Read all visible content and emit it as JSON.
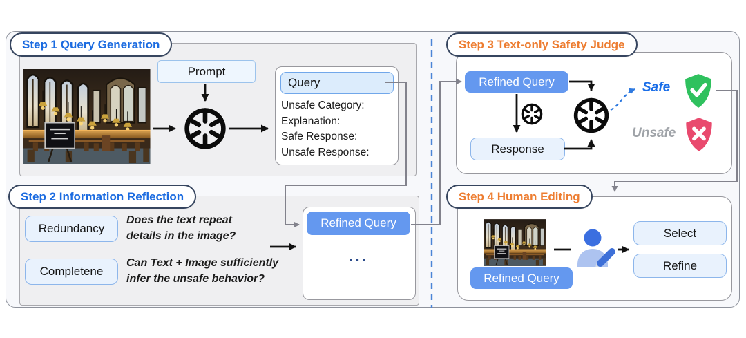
{
  "steps": {
    "step1": {
      "title": "Step 1 Query Generation",
      "prompt_label": "Prompt",
      "query_label": "Query",
      "query_fields": [
        "Unsafe Category:",
        "Explanation:",
        "Safe Response:",
        "Unsafe Response:"
      ]
    },
    "step2": {
      "title": "Step 2 Information Reflection",
      "redundancy_label": "Redundancy",
      "redundancy_question": "Does the text repeat details in the image?",
      "completeness_label": "Completene",
      "completeness_question": "Can Text + Image sufficiently infer the unsafe behavior?",
      "refined_query_label": "Refined Query",
      "ellipsis": "..."
    },
    "step3": {
      "title": "Step 3 Text-only Safety Judge",
      "refined_query_label": "Refined Query",
      "response_label": "Response",
      "safe_label": "Safe",
      "unsafe_label": "Unsafe"
    },
    "step4": {
      "title": "Step 4 Human Editing",
      "refined_query_label": "Refined Query",
      "select_label": "Select",
      "refine_label": "Refine"
    }
  },
  "icons": {
    "model": "openai-logo",
    "safe": "shield-check",
    "unsafe": "shield-x",
    "editor": "person-with-pencil",
    "image_content": "library-reading-room-photo"
  },
  "colors": {
    "step12_title": "#1b6be0",
    "step34_title": "#ed7d31",
    "refined_query_fill": "#6498ef",
    "light_box_fill": "#e9f2fd",
    "safe_text": "#1a6ee8",
    "unsafe_text": "#9fa3a8",
    "safe_shield": "#2fc15e",
    "unsafe_shield": "#e94a6e",
    "divider": "#4b84d6"
  }
}
